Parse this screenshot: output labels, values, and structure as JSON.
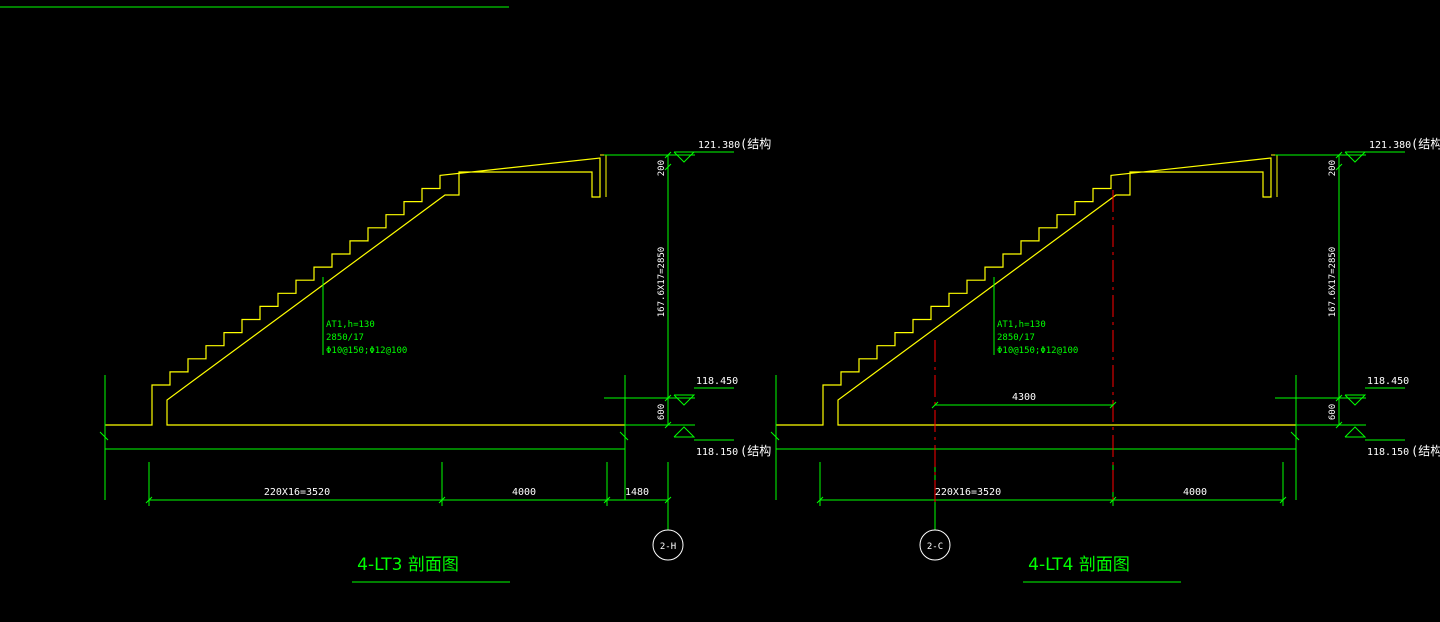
{
  "colors": {
    "background": "#000000",
    "stair": "#ffff00",
    "dimension": "#00ff00",
    "text": "#ffffff",
    "grid_axis": "#ff0000",
    "grid_bubble": "#ffffff"
  },
  "left": {
    "title": "4-LT3 剖面图",
    "elev_top": "121.380",
    "elev_mid": "118.450",
    "elev_bot": "118.150",
    "struct_top": "(结构",
    "struct_bot": "(结构",
    "dim_top": "200",
    "dim_vertical": "167.6X17=2850",
    "dim_bottom": "600",
    "dim_run": "220X16=3520",
    "dim_landing": "4000",
    "dim_end": "1480",
    "note_line1": "AT1,h=130",
    "note_line2": "2850/17",
    "note_line3": "Φ10@150;Φ12@100",
    "axis_label": "2-H"
  },
  "right": {
    "title": "4-LT4 剖面图",
    "elev_top": "121.380",
    "elev_mid": "118.450",
    "elev_bot": "118.150",
    "struct_top": "(结构",
    "struct_bot": "(结构",
    "dim_top": "200",
    "dim_vertical": "167.6X17=2850",
    "dim_bottom": "600",
    "dim_run": "220X16=3520",
    "dim_landing": "4000",
    "dim_mid": "4300",
    "note_line1": "AT1,h=130",
    "note_line2": "2850/17",
    "note_line3": "Φ10@150;Φ12@100",
    "axis_label": "2-C"
  }
}
